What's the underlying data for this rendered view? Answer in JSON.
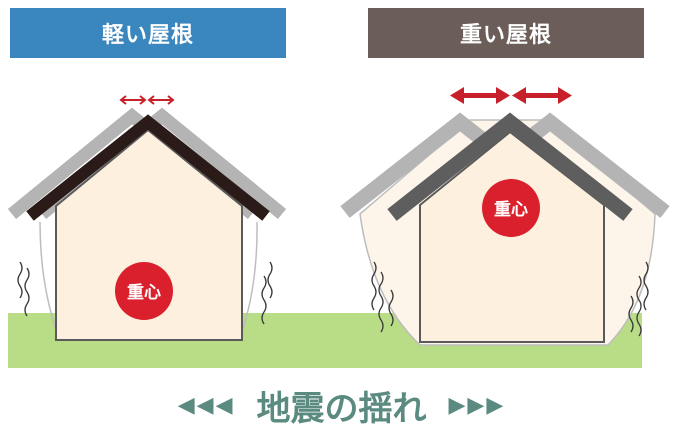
{
  "headers": {
    "light_roof": "軽い屋根",
    "heavy_roof": "重い屋根"
  },
  "center_of_gravity_label": "重心",
  "caption": {
    "text": "地震の揺れ",
    "left_arrows": "◀◀◀",
    "right_arrows": "▶▶▶"
  },
  "colors": {
    "light_header_bg": "#3a86be",
    "heavy_header_bg": "#6b5d58",
    "wall_fill": "#fdf0df",
    "ground": "#b9dc86",
    "cog_circle": "#d9202c",
    "sway_arrow": "#c8202b",
    "light_roof": "#2a1a18",
    "heavy_roof": "#5e5e5e",
    "ghost_roof": "#b4b4b4",
    "caption": "#5a8a80"
  }
}
